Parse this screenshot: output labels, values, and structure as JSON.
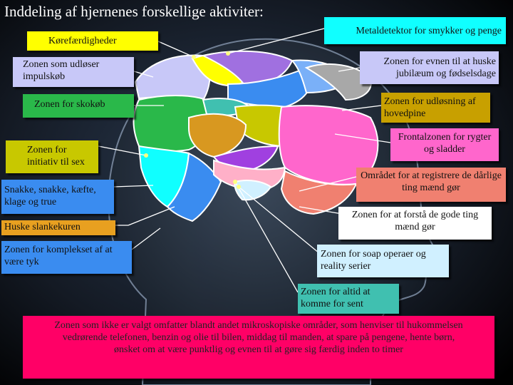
{
  "title": "Inddeling af hjernenes forskellige aktiviter:",
  "colors": {
    "yellow": "#ffff00",
    "lavender": "#c8c8f8",
    "green": "#2ab84a",
    "olive": "#c8c800",
    "blue": "#3a8cf0",
    "orange": "#e8a020",
    "cyan": "#10ffff",
    "pink": "#ff66cc",
    "lightpink": "#ffb0c8",
    "salmon": "#f08070",
    "magenta": "#ff0066",
    "paleblue": "#d0f0ff",
    "teal": "#40c0b0"
  },
  "labels": {
    "korefaerdigheder": "Kørefærdigheder",
    "impulskob": "Zonen som udløser impulskøb",
    "skokob": "Zonen for skokøb",
    "initiativ": "Zonen for initiativ til sex",
    "snakke": "Snakke, snakke, kæfte, klage og true",
    "slankekuren": "Huske slankekuren",
    "kompleks": "Zonen for komplekset af at være tyk",
    "metaldetektor": "Metaldetektor for smykker og penge",
    "jubilaeum": "Zonen for evnen til at huske jubilæum og fødselsdage",
    "hovedpine": "Zonen for udløsning af hovedpine",
    "frontalzonen": "Frontalzonen for rygter og sladder",
    "daarlige_ting": "Området for at registrere de dårlige ting mænd gør",
    "gode_ting": "Zonen for at forstå de gode ting mænd gør",
    "soap": "Zonen for soap operaer og reality serier",
    "altid_at": "Zonen for altid at komme for sent",
    "bottom": "Zonen som ikke er valgt omfatter blandt andet mikroskopiske områder, som henviser til hukommelsen vedrørende telefonen, benzin og olie til bilen, middag til manden, at spare på pengene, hente børn, ønsket om at være punktlig og evnen til at gøre sig færdig inden  to timer"
  }
}
